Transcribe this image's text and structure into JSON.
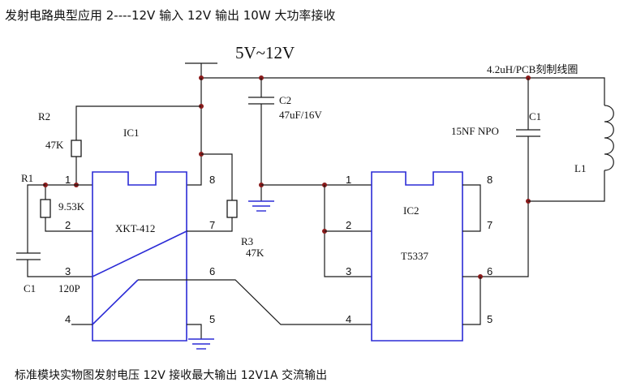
{
  "header_text": "发射电路典型应用 2----12V 输入 12V 输出   10W 大功率接收",
  "footer_text": "标准模块实物图发射电压 12V  接收最大输出 12V1A 交流输出",
  "supply_label": "5V~12V",
  "coil_label": "4.2uH/PCB刻制线圈",
  "ic1": {
    "label": "IC1",
    "part": "XKT-412",
    "pins": [
      "1",
      "2",
      "3",
      "4",
      "5",
      "6",
      "7",
      "8"
    ]
  },
  "ic2": {
    "label": "IC2",
    "part": "T5337",
    "pins": [
      "1",
      "2",
      "3",
      "4",
      "5",
      "6",
      "7",
      "8"
    ]
  },
  "components": {
    "r1": {
      "name": "R1",
      "value": "9.53K"
    },
    "r2": {
      "name": "R2",
      "value": "47K"
    },
    "r3": {
      "name": "R3",
      "value": "47K"
    },
    "c1_left": {
      "name": "C1",
      "value": "120P"
    },
    "c2": {
      "name": "C2",
      "value": "47uF/16V"
    },
    "c1_right": {
      "name": "C1",
      "value": "15NF NPO"
    },
    "l1": {
      "name": "L1"
    }
  },
  "colors": {
    "chip_outline": "#2b2bd6",
    "wire": "#1a1a1a",
    "junction": "#8a1a1a",
    "ground": "#2b2bd6"
  }
}
